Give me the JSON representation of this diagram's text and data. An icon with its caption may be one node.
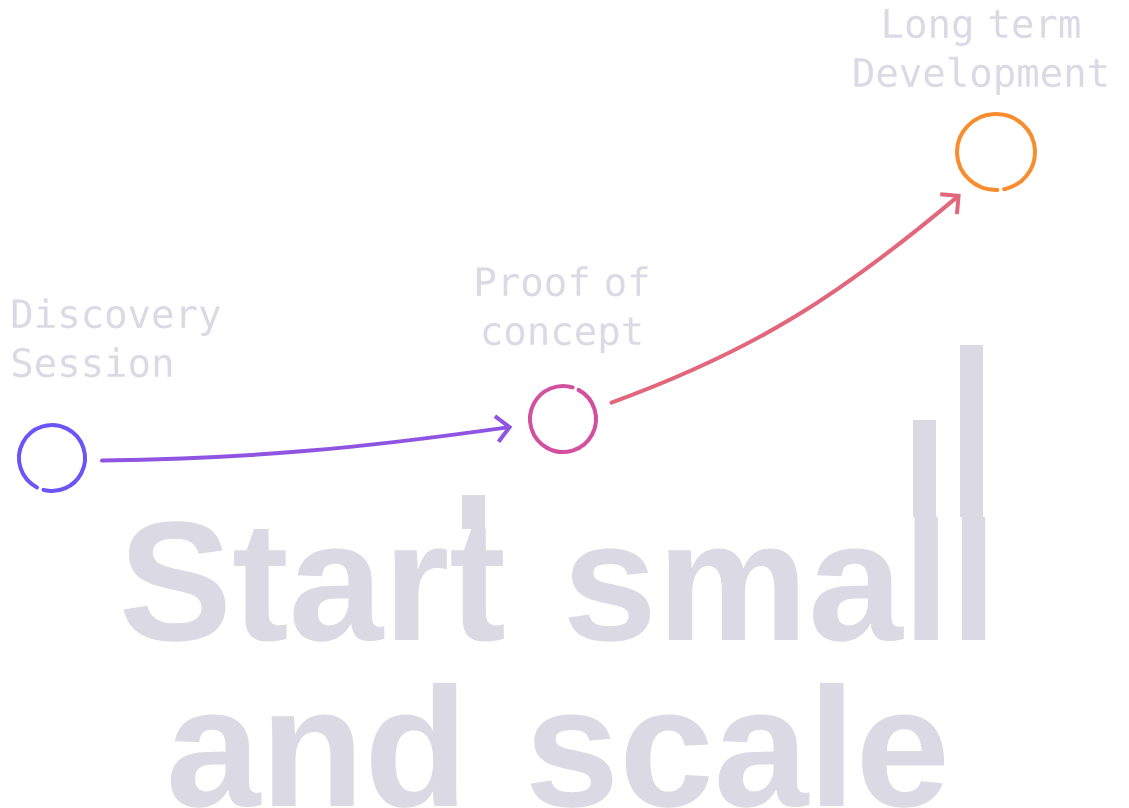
{
  "diagram": {
    "title": "Start small and scale",
    "nodes": [
      {
        "text": [
          "Discovery Session"
        ]
      },
      {
        "text": [
          "Proof of concept"
        ]
      },
      {
        "text": [
          "Long term Development"
        ]
      }
    ],
    "edges": [
      {
        "from": 0,
        "to": 1,
        "arrow": "to",
        "color": "#8f54e2"
      },
      {
        "from": 1,
        "to": 2,
        "arrow": "to",
        "color": "#e2667c"
      }
    ]
  }
}
